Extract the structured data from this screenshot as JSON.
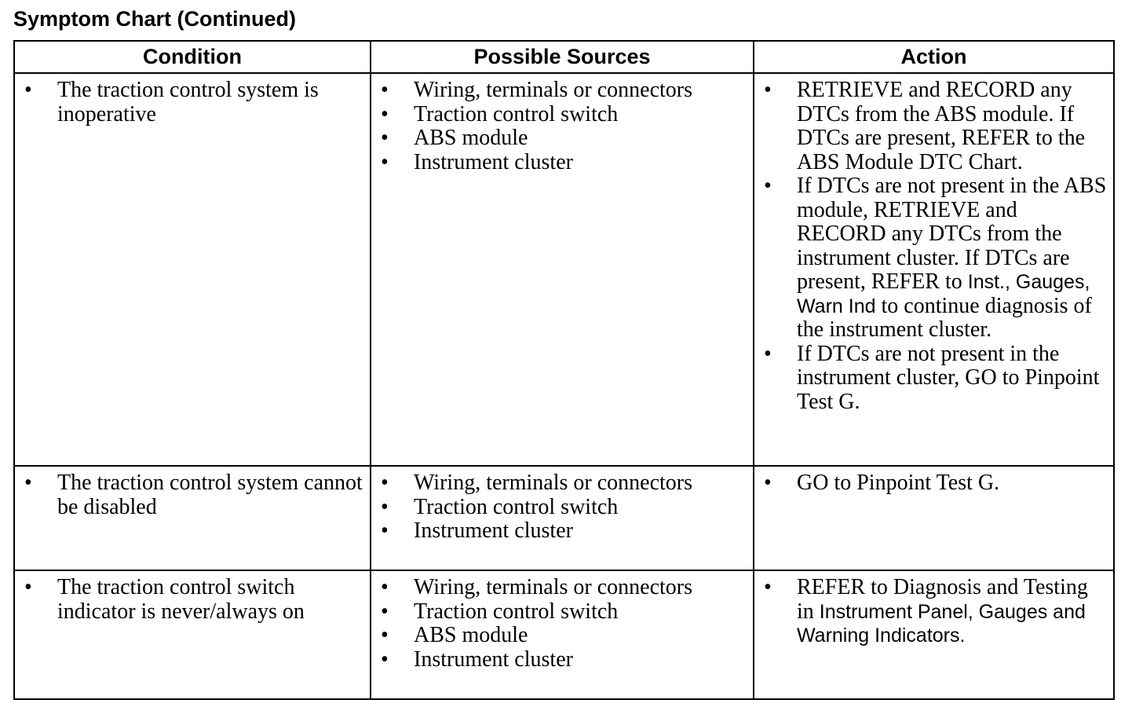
{
  "title": "Symptom Chart (Continued)",
  "headers": {
    "condition": "Condition",
    "sources": "Possible Sources",
    "action": "Action"
  },
  "rows": [
    {
      "condition": [
        "The traction control system is inoperative"
      ],
      "sources": [
        "Wiring, terminals or connectors",
        "Traction control switch",
        "ABS module",
        "Instrument cluster"
      ],
      "actions": [
        "RETRIEVE and RECORD any DTCs from the ABS module. If DTCs are present, REFER to the ABS Module DTC Chart.",
        {
          "before": "If DTCs are not present in the ABS module, RETRIEVE and RECORD any DTCs from the instrument cluster. If DTCs are present, REFER to",
          "link": "Inst., Gauges, Warn Ind",
          "after": "to continue diagnosis of the instrument cluster."
        },
        "If DTCs are not present in the instrument cluster, GO to Pinpoint Test G."
      ]
    },
    {
      "condition": [
        "The traction control system cannot be disabled"
      ],
      "sources": [
        "Wiring, terminals or connectors",
        "Traction control switch",
        "Instrument cluster"
      ],
      "actions": [
        "GO to Pinpoint Test G."
      ]
    },
    {
      "condition": [
        "The traction control switch indicator is never/always on"
      ],
      "sources": [
        "Wiring, terminals or connectors",
        "Traction control switch",
        "ABS module",
        "Instrument cluster"
      ],
      "actions": [
        {
          "before": "REFER to Diagnosis and Testing in",
          "link": "Instrument Panel, Gauges and Warning Indicators.",
          "after": ""
        }
      ]
    }
  ]
}
